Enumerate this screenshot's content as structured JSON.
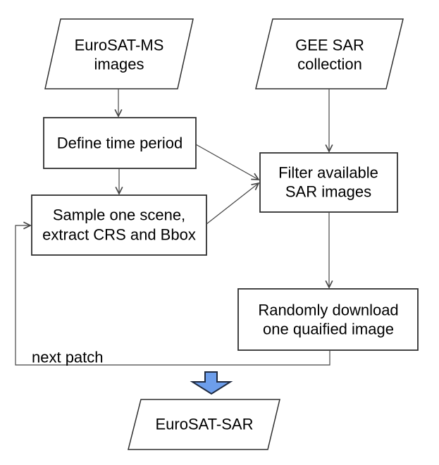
{
  "diagram": {
    "colors": {
      "background": "#ffffff",
      "shape_border": "#2f2f2f",
      "connector": "#454545",
      "text": "#000000",
      "big_arrow_fill": "#6d9eeb",
      "big_arrow_border": "#1f2a3f"
    },
    "nodes": {
      "eurosat_ms_images": {
        "shape": "parallelogram",
        "lines": [
          "EuroSAT-MS",
          "images"
        ]
      },
      "gee_sar_collection": {
        "shape": "parallelogram",
        "lines": [
          "GEE SAR",
          "collection"
        ]
      },
      "define_time_period": {
        "shape": "rectangle",
        "lines": [
          "Define time period"
        ]
      },
      "filter_available_sar_images": {
        "shape": "rectangle",
        "lines": [
          "Filter available",
          "SAR images"
        ]
      },
      "sample_one_scene": {
        "shape": "rectangle",
        "lines": [
          "Sample one scene,",
          "extract CRS and Bbox"
        ]
      },
      "randomly_download": {
        "shape": "rectangle",
        "lines": [
          "Randomly download",
          "one quaified image"
        ]
      },
      "eurosat_sar": {
        "shape": "parallelogram",
        "lines": [
          "EuroSAT-SAR"
        ]
      }
    },
    "edge_label": "next patch"
  }
}
